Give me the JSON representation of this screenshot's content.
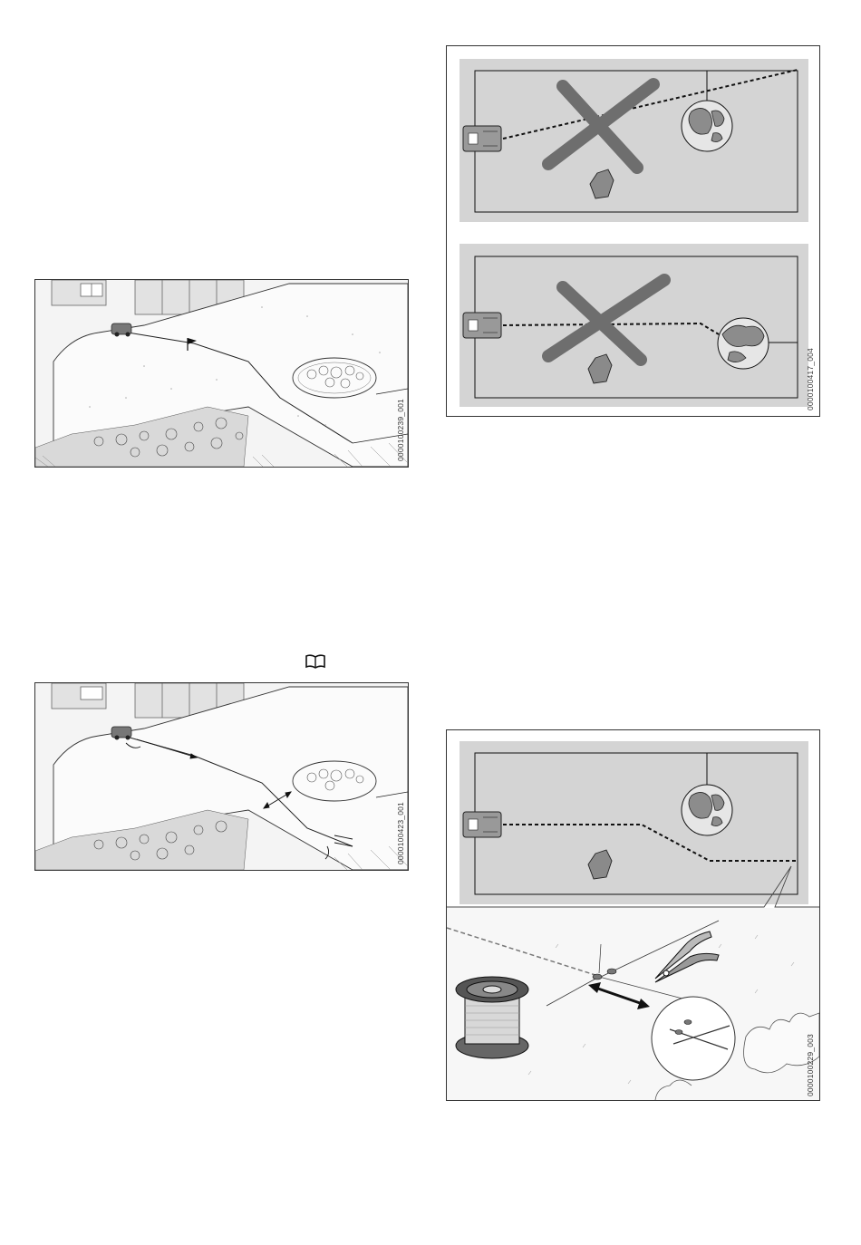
{
  "figures": [
    {
      "id": "0000100239_001",
      "icon": "perimeter-wire-flag-illustration"
    },
    {
      "id": "0000100423_001",
      "icon": "distance-arrows-illustration"
    },
    {
      "id": "0000100417_004",
      "icon": "incorrect-routing-diagrams"
    },
    {
      "id": "0000100229_003",
      "icon": "wire-reel-and-pliers-illustration"
    }
  ],
  "icons": {
    "manual_reference": "book-icon"
  }
}
